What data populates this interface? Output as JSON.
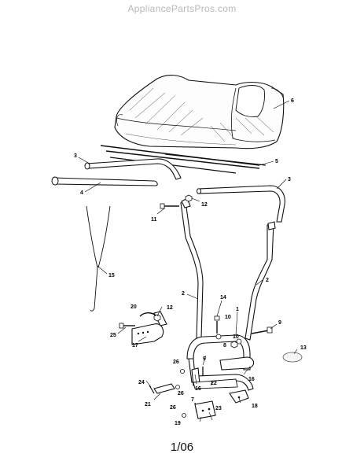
{
  "watermark": "AppliancePartsPros.com",
  "footer": "1/06",
  "callouts": {
    "c1": "1",
    "c2a": "2",
    "c2b": "2",
    "c3a": "3",
    "c3b": "3",
    "c4": "4",
    "c5": "5",
    "c6": "6",
    "c7": "7",
    "c8": "8",
    "c9a": "9",
    "c9b": "9",
    "c10a": "10",
    "c10b": "10",
    "c11": "11",
    "c12a": "12",
    "c12b": "12",
    "c13": "13",
    "c14": "14",
    "c15": "15",
    "c16a": "16",
    "c16b": "16",
    "c17": "17",
    "c18": "18",
    "c19": "19",
    "c20": "20",
    "c21": "21",
    "c22": "22",
    "c23": "23",
    "c24": "24",
    "c25": "25",
    "c26a": "26",
    "c26b": "26",
    "c26c": "26"
  }
}
